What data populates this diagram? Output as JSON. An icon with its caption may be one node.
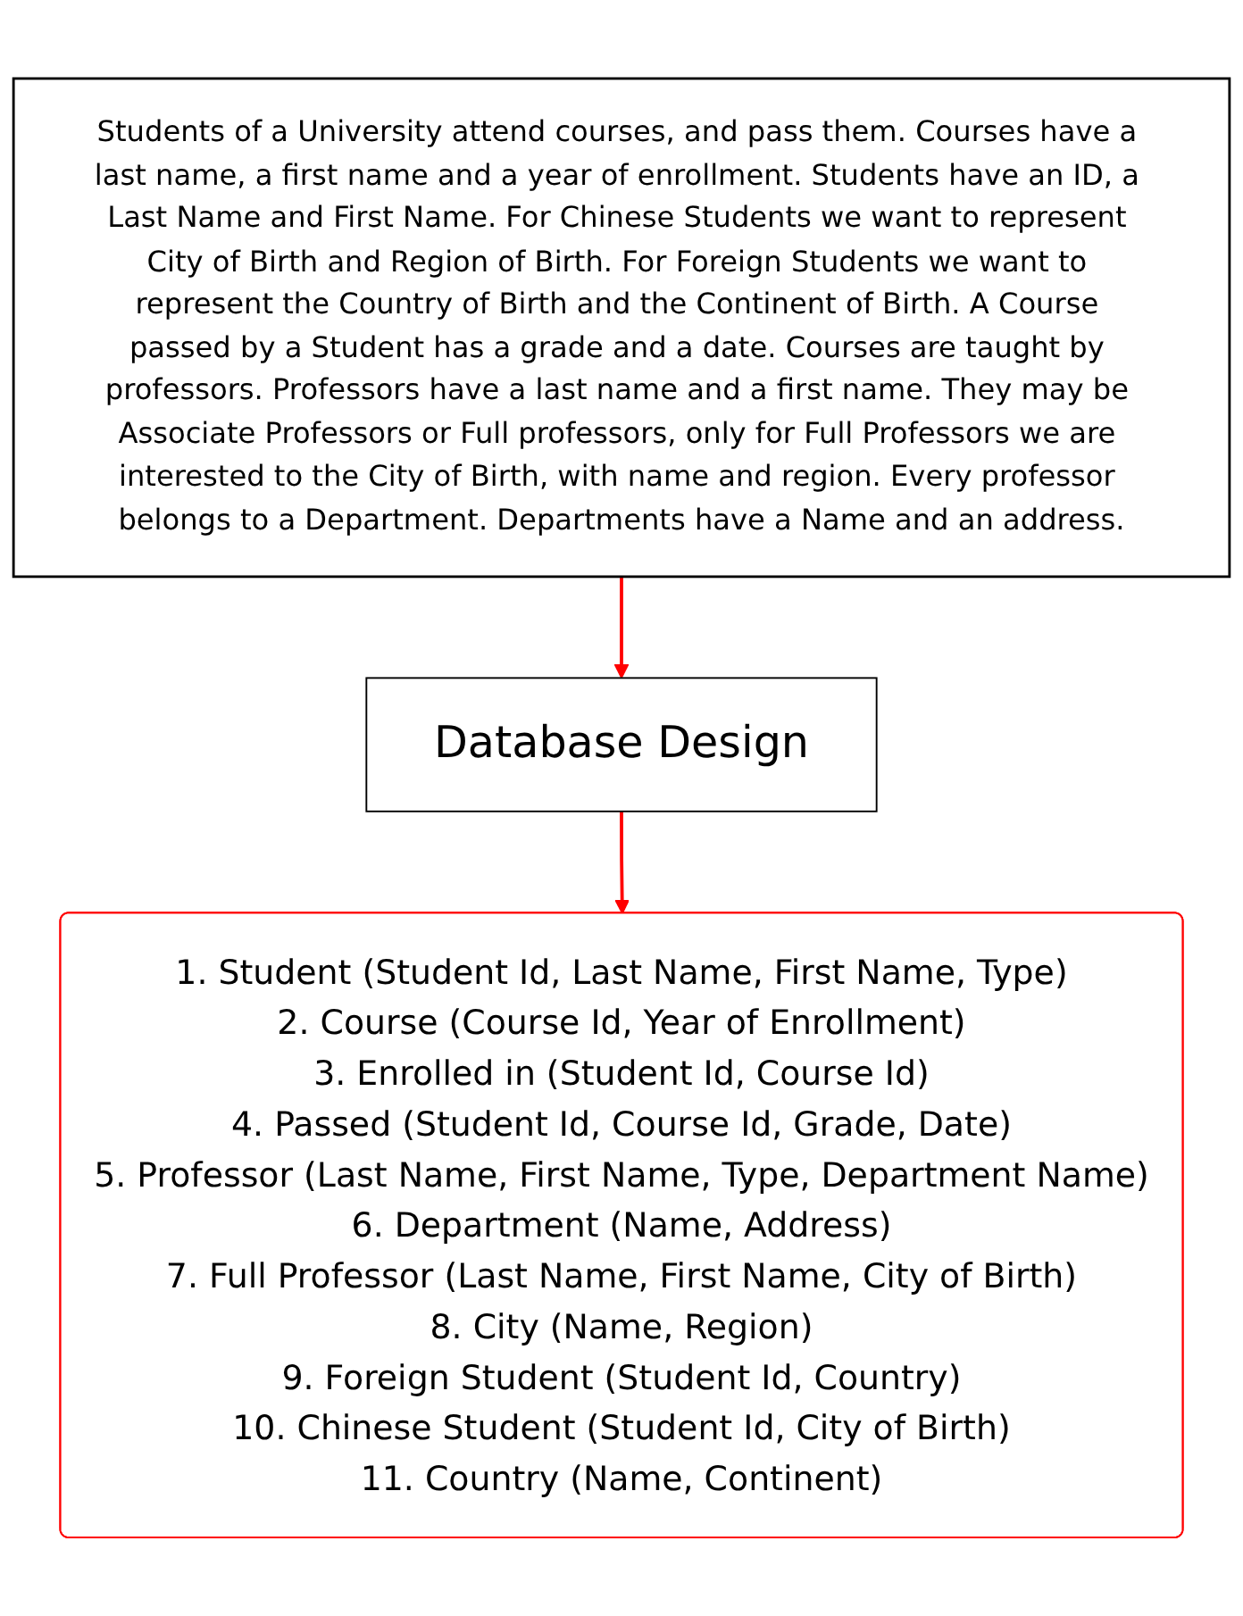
{
  "diagram": {
    "nodes": [
      {
        "text": [
          "Students of a University attend courses, and pass them. Courses have a last name, a first name and a year of enrollment. Students have an ID, a Last Name and First Name. For Chinese Students we want to represent City of Birth and Region of Birth. For Foreign Students we want to represent the Country of Birth and the Continent of Birth. A Course passed by a Student has a grade and a date. Courses are taught by professors. Professors have a last name and a first name. They may be Associate Professors or Full professors, only for Full Professors we are interested to the City of Birth, with name and region. Every professor belongs to a Department. Departments have a Name and an address."
        ]
      },
      {
        "text": [
          "Database Design"
        ]
      },
      {
        "text": [
          "1. Student (Student Id, Last Name, First Name, Type)",
          "2. Course (Course Id, Year of Enrollment)",
          "3. Enrolled in (Student Id, Course Id)",
          "4. Passed (Student Id, Course Id, Grade, Date)",
          "5. Professor (Last Name, First Name, Type, Department Name)",
          "6. Department (Name, Address)",
          "7. Full Professor (Last Name, First Name, City of Birth)",
          "8. City (Name, Region)",
          "9. Foreign Student (Student Id, Country)",
          "10. Chinese Student (Student Id, City of Birth)",
          "11. Country (Name, Continent)"
        ]
      }
    ],
    "edges": [
      {
        "from": 0,
        "to": 1,
        "arrow": "to"
      },
      {
        "from": 1,
        "to": 2,
        "arrow": "to"
      }
    ]
  }
}
